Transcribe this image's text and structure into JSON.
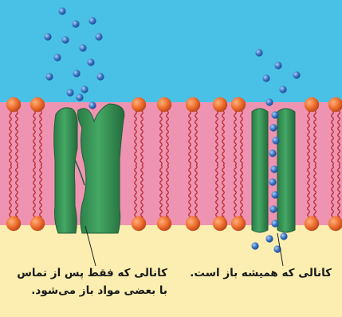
{
  "colors": {
    "extracellular": "#49c1e6",
    "membrane_core": "#ee94b2",
    "intracellular": "#fbeeb0",
    "phospholipid_head": "#ec6a2a",
    "phospholipid_tail": "#b8282a",
    "channel_protein": "#2e8a4e",
    "channel_protein_light": "#5cb878",
    "ion": "#2c5fb0",
    "ion_highlight": "#7eb3ea"
  },
  "labels": {
    "gated_channel_line1": "کانالی که فقط پس از تماس",
    "gated_channel_line2": "با بعضی مواد باز می‌شود.",
    "open_channel": "کانالی که همیشه باز است."
  }
}
